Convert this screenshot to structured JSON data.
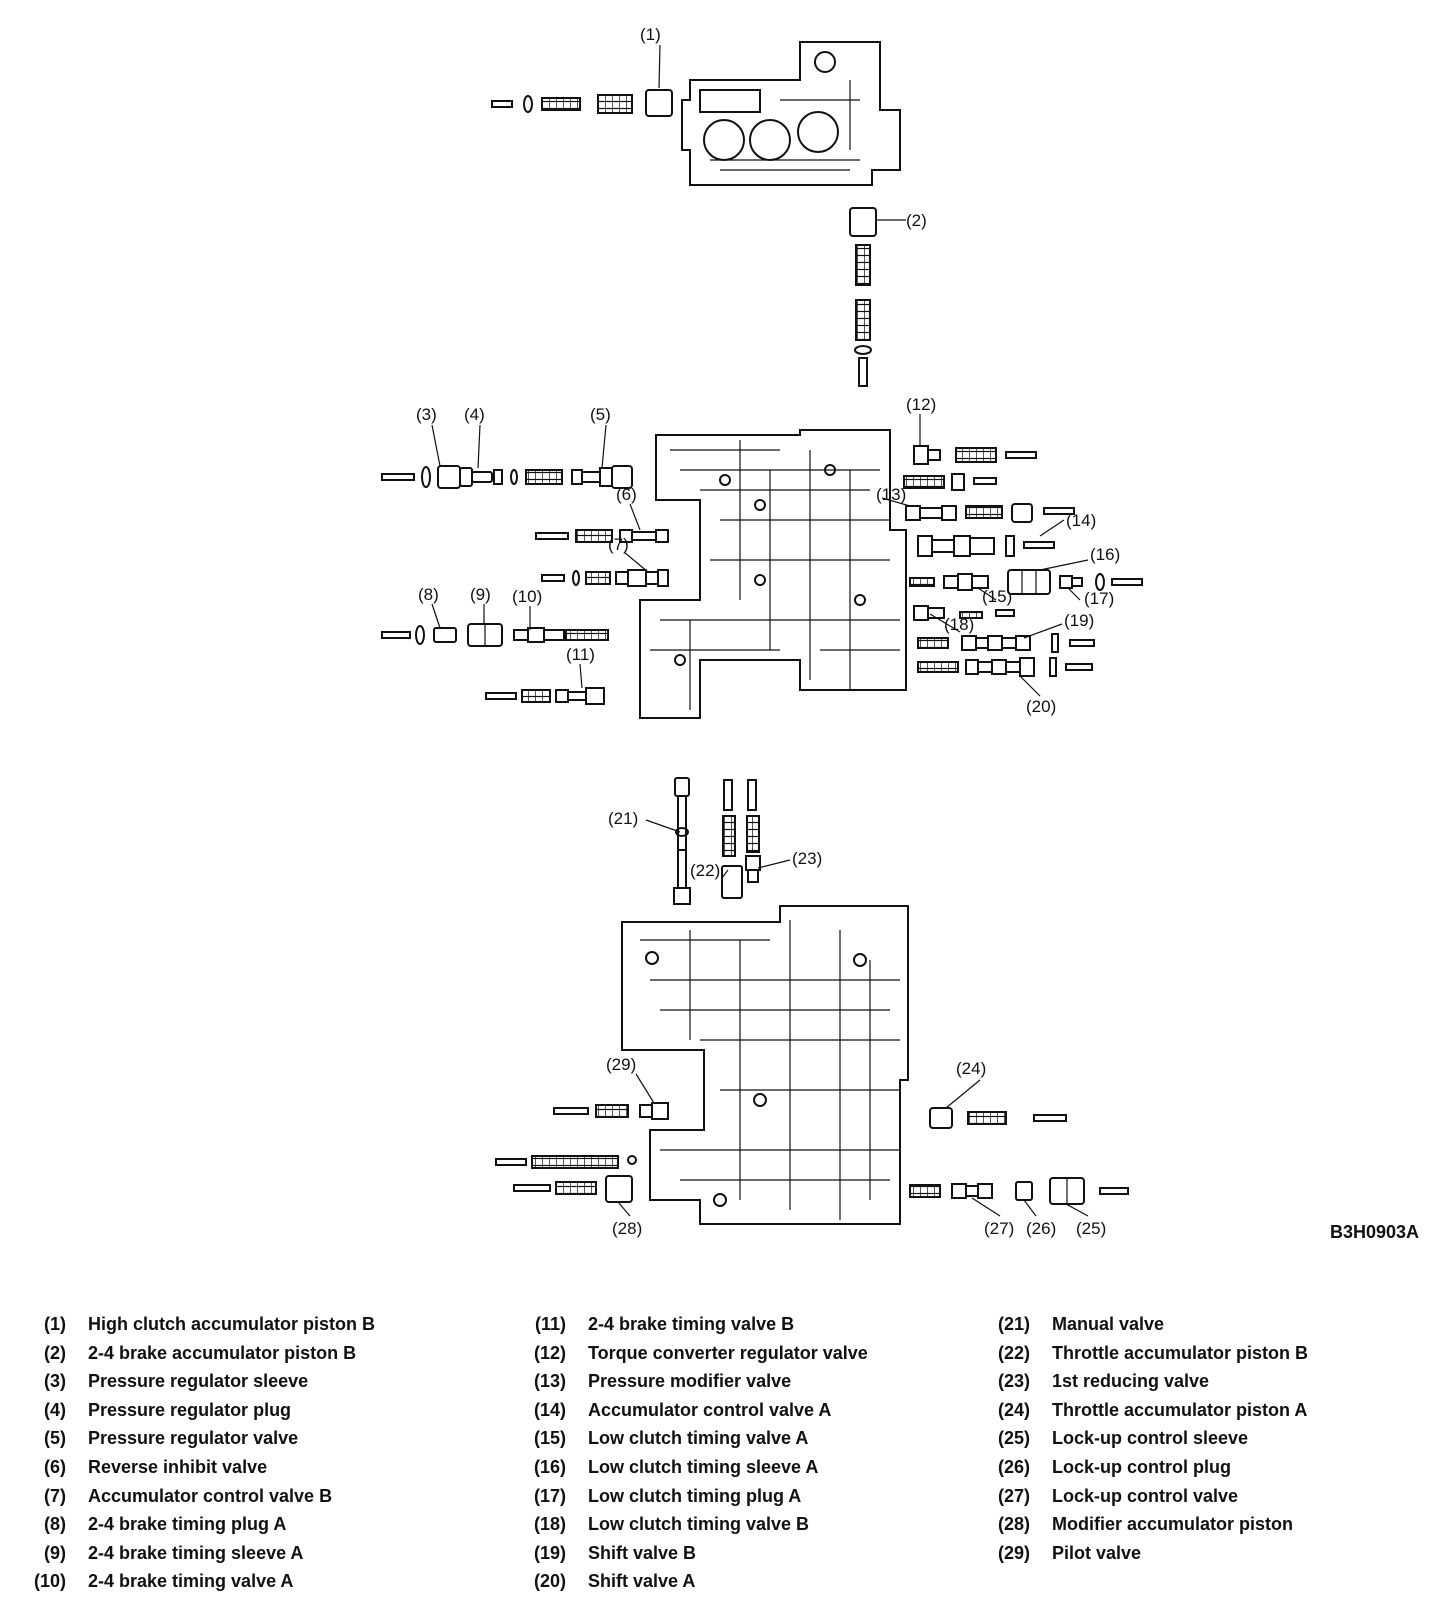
{
  "figure_code": "B3H0903A",
  "callouts": [
    "(1)",
    "(2)",
    "(3)",
    "(4)",
    "(5)",
    "(6)",
    "(7)",
    "(8)",
    "(9)",
    "(10)",
    "(11)",
    "(12)",
    "(13)",
    "(14)",
    "(15)",
    "(16)",
    "(17)",
    "(18)",
    "(19)",
    "(20)",
    "(21)",
    "(22)",
    "(23)",
    "(24)",
    "(25)",
    "(26)",
    "(27)",
    "(28)",
    "(29)"
  ],
  "legend": [
    [
      {
        "num": "(1)",
        "label": "High clutch accumulator piston B"
      },
      {
        "num": "(2)",
        "label": "2-4 brake accumulator piston B"
      },
      {
        "num": "(3)",
        "label": "Pressure regulator sleeve"
      },
      {
        "num": "(4)",
        "label": "Pressure regulator plug"
      },
      {
        "num": "(5)",
        "label": "Pressure regulator valve"
      },
      {
        "num": "(6)",
        "label": "Reverse inhibit valve"
      },
      {
        "num": "(7)",
        "label": "Accumulator control valve B"
      },
      {
        "num": "(8)",
        "label": "2-4 brake timing plug A"
      },
      {
        "num": "(9)",
        "label": "2-4 brake timing sleeve A"
      },
      {
        "num": "(10)",
        "label": "2-4 brake timing valve A"
      }
    ],
    [
      {
        "num": "(11)",
        "label": "2-4 brake timing valve B"
      },
      {
        "num": "(12)",
        "label": "Torque converter regulator valve"
      },
      {
        "num": "(13)",
        "label": "Pressure modifier valve"
      },
      {
        "num": "(14)",
        "label": "Accumulator control valve A"
      },
      {
        "num": "(15)",
        "label": "Low clutch timing valve A"
      },
      {
        "num": "(16)",
        "label": "Low clutch timing sleeve A"
      },
      {
        "num": "(17)",
        "label": "Low clutch timing plug A"
      },
      {
        "num": "(18)",
        "label": "Low clutch timing valve B"
      },
      {
        "num": "(19)",
        "label": "Shift valve B"
      },
      {
        "num": "(20)",
        "label": "Shift valve A"
      }
    ],
    [
      {
        "num": "(21)",
        "label": "Manual valve"
      },
      {
        "num": "(22)",
        "label": "Throttle accumulator piston B"
      },
      {
        "num": "(23)",
        "label": "1st reducing valve"
      },
      {
        "num": "(24)",
        "label": "Throttle accumulator piston A"
      },
      {
        "num": "(25)",
        "label": "Lock-up control sleeve"
      },
      {
        "num": "(26)",
        "label": "Lock-up control plug"
      },
      {
        "num": "(27)",
        "label": "Lock-up control valve"
      },
      {
        "num": "(28)",
        "label": "Modifier accumulator piston"
      },
      {
        "num": "(29)",
        "label": "Pilot valve"
      }
    ]
  ]
}
